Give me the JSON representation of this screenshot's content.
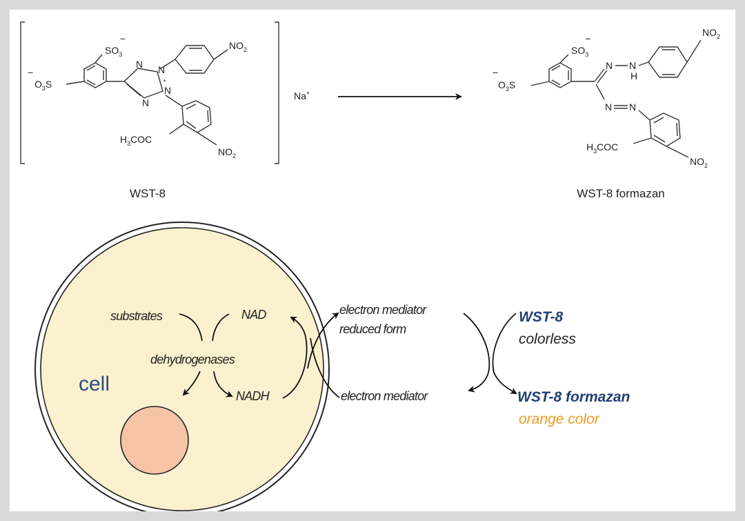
{
  "reactant": {
    "name": "WST-8",
    "counter_ion": "Na",
    "counter_ion_charge": "+",
    "groups": {
      "so3": "SO",
      "so3_sub": "3",
      "o3s": "O",
      "o3s_sub": "3",
      "o3s_s": "S",
      "no2": "NO",
      "no2_sub": "2",
      "acetyl_h": "H",
      "acetyl_sub": "3",
      "acetyl_rest": "COC",
      "n": "N",
      "minus": "−",
      "plus": "+"
    }
  },
  "product": {
    "name": "WST-8 formazan",
    "nh_n": "N",
    "nh_h": "H"
  },
  "cell": {
    "label": "cell",
    "substrates": "substrates",
    "nad": "NAD",
    "dehydrogenases": "dehydrogenases",
    "nadh": "NADH"
  },
  "mediator": {
    "reduced_line1": "electron mediator",
    "reduced_line2": "reduced form",
    "oxidized": "electron mediator"
  },
  "result": {
    "wst8": "WST-8",
    "wst8_desc": "colorless",
    "formazan": "WST-8 formazan",
    "formazan_desc": "orange color"
  },
  "colors": {
    "cell_fill": "#fbf1cf",
    "nucleus_fill": "#f5c4a6",
    "blue_label": "#1f3f73",
    "orange_label": "#f59a24",
    "cell_text": "#2b4c7e"
  }
}
